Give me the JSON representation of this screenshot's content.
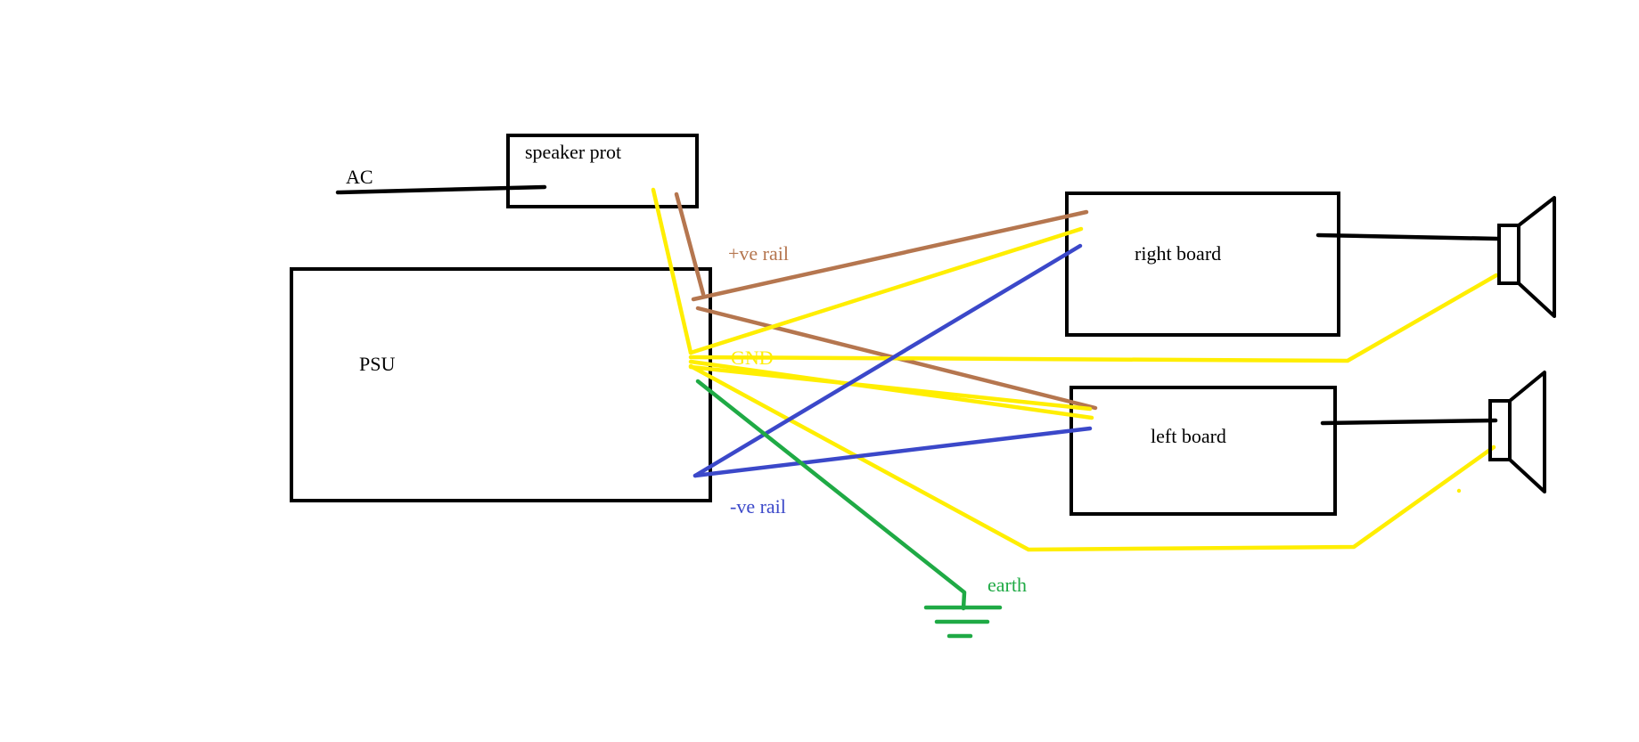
{
  "colors": {
    "black": "#000000",
    "positive_rail": "#b5764f",
    "gnd": "#ffee00",
    "negative_rail": "#3b48c9",
    "earth": "#1faa45"
  },
  "labels": {
    "ac": "AC",
    "speaker_prot": "speaker prot",
    "psu": "PSU",
    "positive_rail": "+ve rail",
    "gnd": "GND",
    "negative_rail": "-ve rail",
    "earth": "earth",
    "right_board": "right board",
    "left_board": "left board"
  },
  "icons": [
    "speaker-icon",
    "earth-ground-icon"
  ]
}
